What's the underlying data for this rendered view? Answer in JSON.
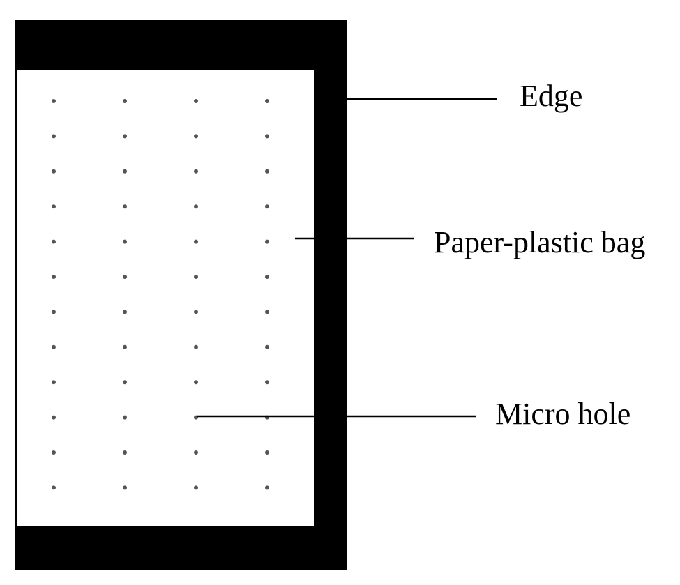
{
  "labels": {
    "edge": "Edge",
    "paper_plastic_bag": "Paper-plastic bag",
    "micro_hole": "Micro hole"
  },
  "grid": {
    "columns": 4,
    "rows": 12
  },
  "colors": {
    "edge_fill": "#000000",
    "bag_fill": "#ffffff",
    "hole_fill": "#555555",
    "leader_line": "#000000",
    "text": "#000000"
  }
}
